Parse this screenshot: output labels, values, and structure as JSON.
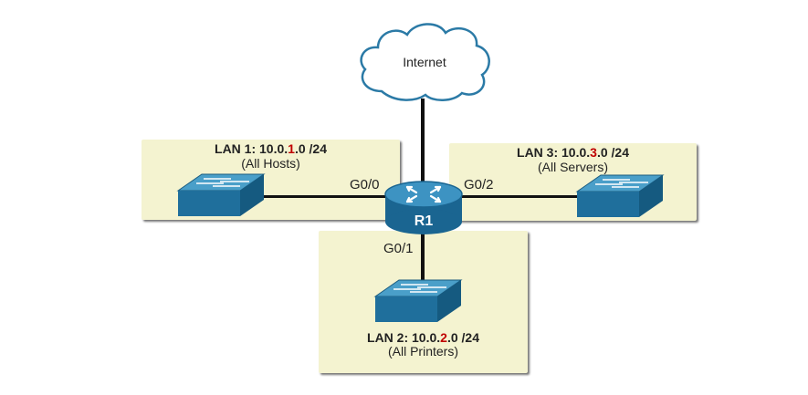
{
  "cloud": {
    "label": "Internet"
  },
  "router": {
    "label": "R1"
  },
  "lans": {
    "lan1": {
      "prefix": "LAN 1: 10.0.",
      "octet": "1",
      "suffix": ".0 /24",
      "description": "(All Hosts)"
    },
    "lan2": {
      "prefix": "LAN 2: 10.0.",
      "octet": "2",
      "suffix": ".0 /24",
      "description": "(All Printers)"
    },
    "lan3": {
      "prefix": "LAN 3: 10.0.",
      "octet": "3",
      "suffix": ".0 /24",
      "description": "(All Servers)"
    }
  },
  "interfaces": {
    "g00": "G0/0",
    "g01": "G0/1",
    "g02": "G0/2"
  },
  "colors": {
    "lan_background": "#f4f3d0",
    "device_blue": "#1f6f9c",
    "octet_highlight": "#c00000"
  }
}
